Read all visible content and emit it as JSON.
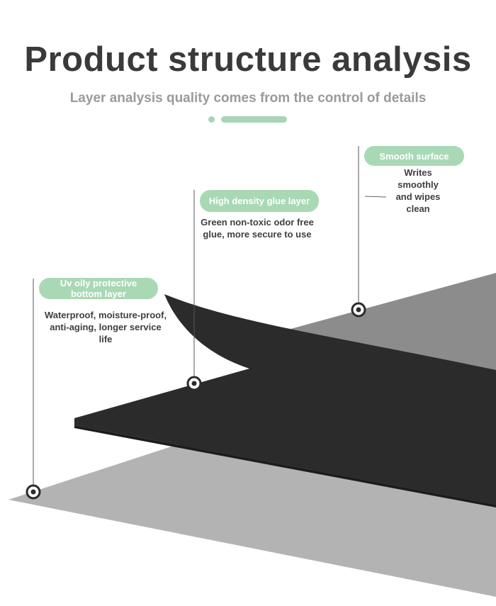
{
  "header": {
    "title": "Product structure analysis",
    "subtitle": "Layer analysis quality comes from the control of details"
  },
  "layers": [
    {
      "label": "Smooth surface",
      "description": "Writes smoothly and wipes clean"
    },
    {
      "label": "High density glue layer",
      "description": "Green non-toxic odor free glue, more secure to use"
    },
    {
      "label": "Uv oily protective bottom layer",
      "description": "Waterproof, moisture-proof, anti-aging, longer service life"
    }
  ],
  "colors": {
    "title": "#3a3a3a",
    "subtitle": "#9a9a9a",
    "accent_green": "#a9d8b5",
    "pill_text": "#ffffff",
    "sheet_dark": "#2b2b2b",
    "sheet_mid": "#8a8a8a",
    "sheet_light": "#b5b5b5"
  }
}
